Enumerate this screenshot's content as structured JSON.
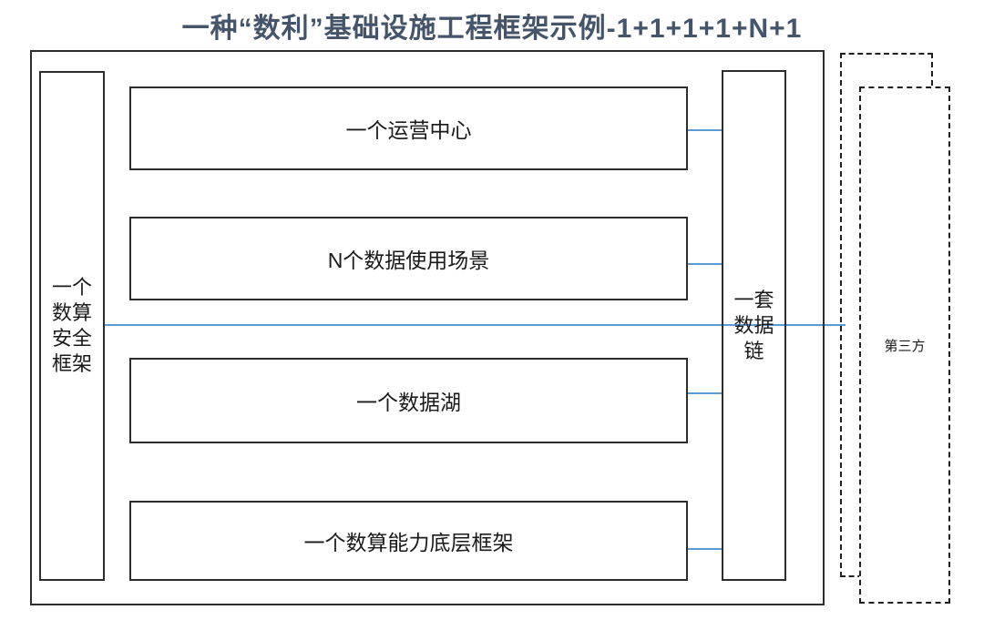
{
  "title": {
    "text": "一种“数利”基础设施工程框架示例-1+1+1+1+N+1"
  },
  "diagram": {
    "left_box": {
      "label": "一个数算安全框架",
      "lines": [
        "一个",
        "数算",
        "安全",
        "框架"
      ]
    },
    "middle_boxes": [
      {
        "label": "一个运营中心"
      },
      {
        "label": "N个数据使用场景"
      },
      {
        "label": "一个数据湖"
      },
      {
        "label": "一个数算能力底层框架"
      }
    ],
    "right_box": {
      "label": "一套数据链",
      "lines": [
        "一套",
        "数据",
        "链"
      ]
    },
    "third_party_box": {
      "label": "第三方"
    },
    "connections": [
      {
        "from": "一个运营中心",
        "to": "一套数据链"
      },
      {
        "from": "N个数据使用场景",
        "to": "一套数据链"
      },
      {
        "from": "一个数据湖",
        "to": "一套数据链"
      },
      {
        "from": "一个数算能力底层框架",
        "to": "一套数据链"
      },
      {
        "from": "一个数算安全框架",
        "to": "第三方"
      }
    ],
    "colors": {
      "title": "#44546A",
      "border": "#2d2d2d",
      "connector": "#5B9BD5",
      "background": "#ffffff"
    }
  }
}
